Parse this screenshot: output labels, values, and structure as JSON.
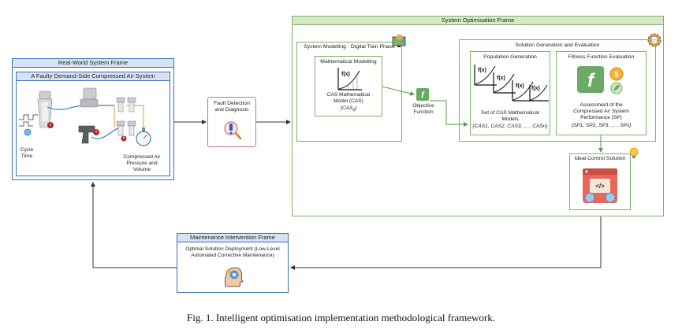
{
  "real_world": {
    "title": "Real-World System Frame",
    "subtitle": "A Faulty Demand-Side Compressed Air System",
    "cycle_time": "Cycle\nTime",
    "pressure": "Compressed Air\nPressure and\nVolume"
  },
  "fault": {
    "label": "Fault Detection\nand Diagnosis"
  },
  "maintenance": {
    "title": "Maintenance Intervention Frame",
    "body": "Optimal Solution Deployment (Low-Level\nAutomated Corrective Maintenance)"
  },
  "optimisation": {
    "title": "System Optimisation Frame",
    "modelling": {
      "title": "System Modelling - Digital Twin Phase",
      "math_title": "Mathematical Modelling",
      "model_label": "CAS Mathematical\nModel (CAS)",
      "model_sub": "(CAS",
      "model_sub_index": "0",
      "model_sub_close": ")"
    },
    "objective": "Objective\nFunction",
    "solution": {
      "title": "Solution Generation and Evaluation",
      "population_title": "Population Generation",
      "population_label": "Set of CAS Mathematical\nModels",
      "population_set": "(CAS1, CAS2, CAS3, ... , CASn)",
      "fitness_title": "Fitness Function Evaluation",
      "fitness_label": "Assessment of the\nCompressed Air System\nPerformance (SP)",
      "fitness_set": "(SP1, SP2, SP3, ... , SPx)"
    },
    "ideal": "Ideal Control Solution",
    "fx": "f(x)",
    "f_glyph": "f"
  },
  "caption": "Fig. 1. Intelligent optimisation implementation methodological framework.",
  "colors": {
    "blue_frame": "#3b6fb6",
    "blue_header": "#d7e3f4",
    "green_frame": "#7fb069",
    "green_header": "#d5e8c8",
    "pink_frame": "#c9737b"
  }
}
